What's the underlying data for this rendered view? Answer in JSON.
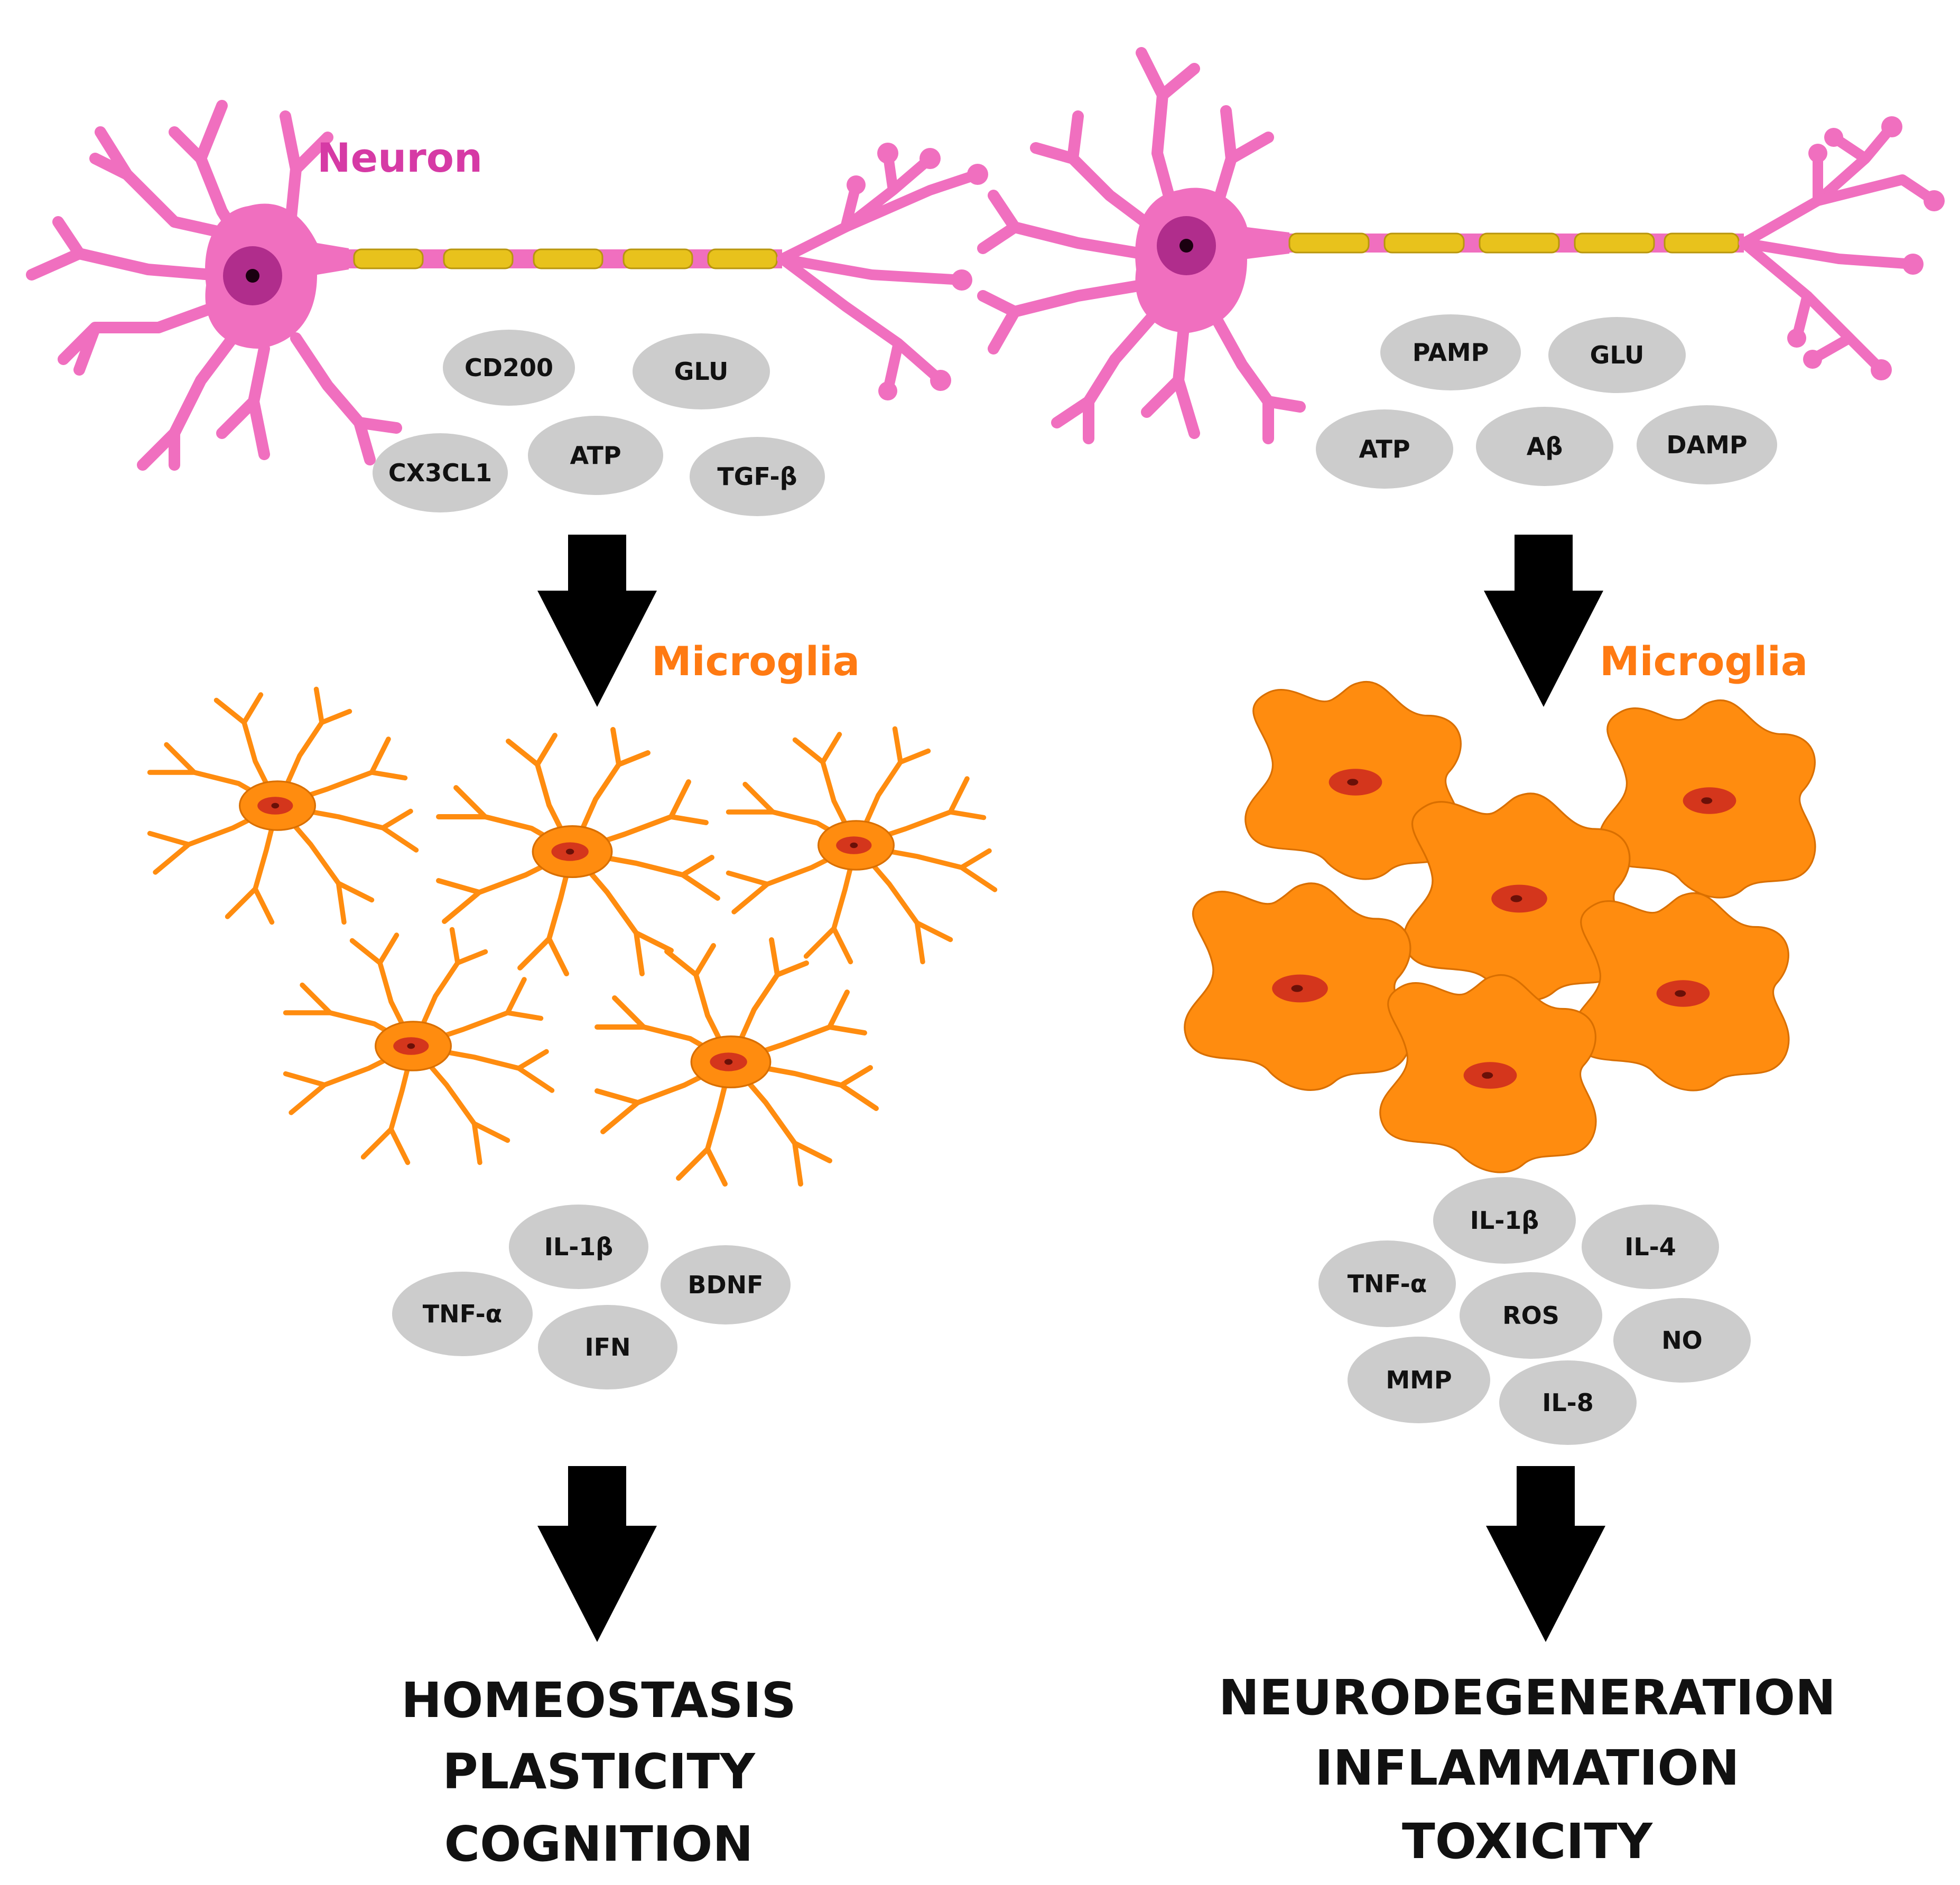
{
  "colors": {
    "neuron": "#f06fbf",
    "neuron_stroke": "#c0399a",
    "neuron_label": "#d63aa5",
    "myelin": "#e8c21c",
    "myelin_stroke": "#b8960e",
    "microglia": "#ff8c0f",
    "microglia_stroke": "#d96f00",
    "nucleus": "#d4361c",
    "microglia_label": "#ff7a12",
    "molecule_fill": "#cccccc",
    "arrow": "#000000",
    "outcome_text": "#111111"
  },
  "labels": {
    "neuron": "Neuron",
    "microglia_left": "Microglia",
    "microglia_right": "Microglia"
  },
  "left": {
    "neuron_signals": [
      "CD200",
      "GLU",
      "ATP",
      "CX3CL1",
      "TGF-β"
    ],
    "microglia_state": "ramified",
    "microglia_count": 5,
    "microglia_signals": [
      "IL-1β",
      "BDNF",
      "TNF-α",
      "IFN"
    ],
    "outcomes": [
      "HOMEOSTASIS",
      "PLASTICITY",
      "COGNITION"
    ]
  },
  "right": {
    "neuron_signals": [
      "PAMP",
      "GLU",
      "ATP",
      "Aβ",
      "DAMP"
    ],
    "microglia_state": "amoeboid",
    "microglia_count": 6,
    "microglia_signals": [
      "IL-1β",
      "IL-4",
      "TNF-α",
      "ROS",
      "NO",
      "MMP",
      "IL-8"
    ],
    "outcomes": [
      "NEURODEGENERATION",
      "INFLAMMATION",
      "TOXICITY"
    ]
  },
  "icons": [
    "neuron-icon",
    "microglia-ramified-icon",
    "microglia-amoeboid-icon",
    "down-arrow-icon"
  ]
}
